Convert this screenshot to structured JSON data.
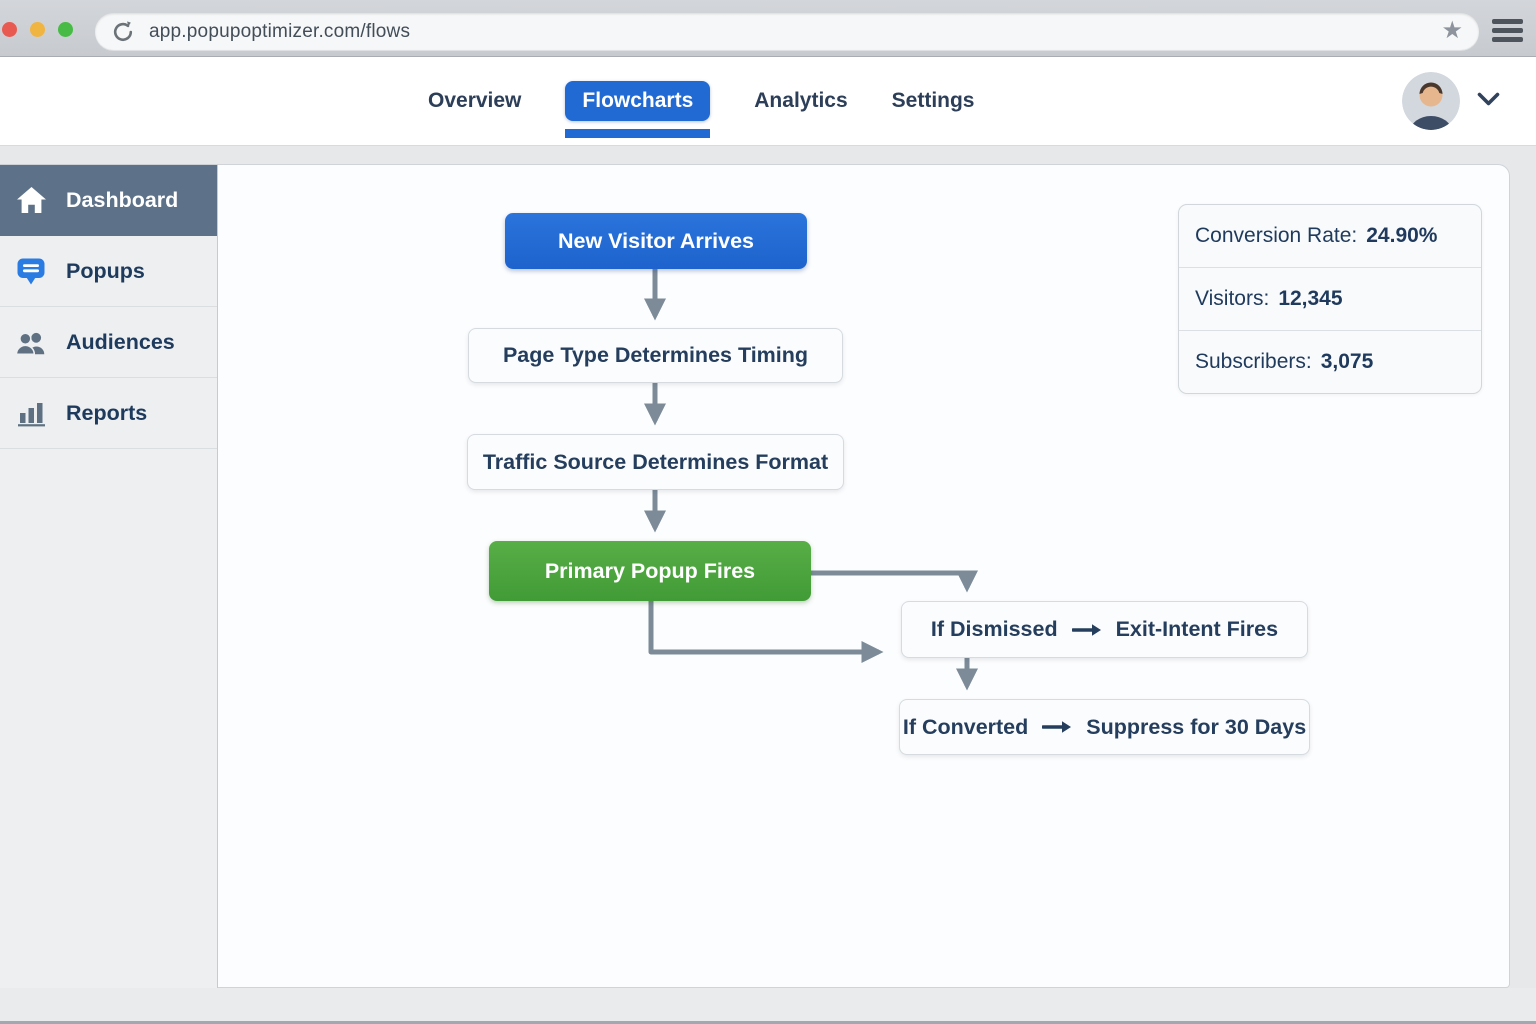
{
  "browser": {
    "url": "app.popupoptimizer.com/flows",
    "reload_icon": "reload-icon",
    "bookmark_icon": "star-icon",
    "menu_icon": "hamburger-icon",
    "traffic_light_colors": [
      "#e85a50",
      "#f0b441",
      "#47bb45"
    ]
  },
  "nav": {
    "tabs": [
      {
        "label": "Overview",
        "active": false
      },
      {
        "label": "Flowcharts",
        "active": true
      },
      {
        "label": "Analytics",
        "active": false
      },
      {
        "label": "Settings",
        "active": false
      }
    ],
    "avatar_icon": "user-avatar",
    "chevron_icon": "chevron-down-icon"
  },
  "sidebar": {
    "items": [
      {
        "label": "Dashboard",
        "icon": "home-icon",
        "active": true
      },
      {
        "label": "Popups",
        "icon": "popups-icon",
        "active": false
      },
      {
        "label": "Audiences",
        "icon": "audiences-icon",
        "active": false
      },
      {
        "label": "Reports",
        "icon": "reports-icon",
        "active": false
      }
    ]
  },
  "stats": {
    "items": [
      {
        "label": "Conversion Rate:",
        "value": "24.90%"
      },
      {
        "label": "Visitors:",
        "value": "12,345"
      },
      {
        "label": "Subscribers:",
        "value": "3,075"
      }
    ]
  },
  "flowchart": {
    "nodes": [
      {
        "id": "start",
        "label": "New Visitor Arrives",
        "color": "blue"
      },
      {
        "id": "page-type",
        "label": "Page Type Determines Timing",
        "color": "white"
      },
      {
        "id": "traffic-source",
        "label": "Traffic Source Determines Format",
        "color": "white"
      },
      {
        "id": "primary-popup",
        "label": "Primary Popup Fires",
        "color": "green"
      },
      {
        "id": "dismissed",
        "condition": "If Dismissed",
        "arrow": "→",
        "result": "Exit-Intent Fires",
        "color": "white"
      },
      {
        "id": "converted",
        "condition": "If Converted",
        "arrow": "→",
        "result": "Suppress for 30 Days",
        "color": "white"
      }
    ],
    "edges": [
      {
        "from": "start",
        "to": "page-type",
        "route": "straight-down"
      },
      {
        "from": "page-type",
        "to": "traffic-source",
        "route": "straight-down"
      },
      {
        "from": "traffic-source",
        "to": "primary-popup",
        "route": "straight-down"
      },
      {
        "from": "primary-popup",
        "to": "dismissed",
        "route": "right-then-down"
      },
      {
        "from": "primary-popup",
        "to": "dismissed",
        "route": "down-then-right"
      },
      {
        "from": "dismissed",
        "to": "converted",
        "route": "straight-down"
      }
    ]
  },
  "colors": {
    "accent_blue": "#2169d3",
    "node_green": "#4aa23c",
    "sidebar_active": "#5d7289",
    "connector_gray": "#7d8b99",
    "text_navy": "#1f3a5c"
  }
}
